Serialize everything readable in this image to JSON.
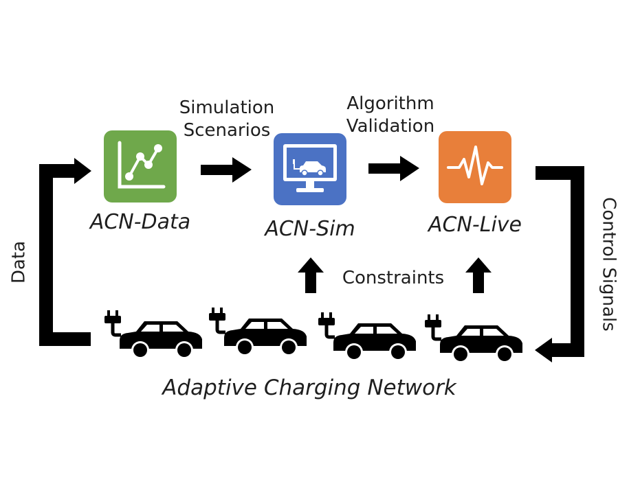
{
  "nodes": {
    "data": {
      "title": "ACN-Data",
      "color": "#6fa84b",
      "icon": "line-chart-icon"
    },
    "sim": {
      "title": "ACN-Sim",
      "color": "#4b72c4",
      "icon": "monitor-car-icon"
    },
    "live": {
      "title": "ACN-Live",
      "color": "#e87f3a",
      "icon": "heartbeat-icon"
    }
  },
  "edges": {
    "data_to_sim": {
      "label_line1": "Simulation",
      "label_line2": "Scenarios"
    },
    "sim_to_live": {
      "label_line1": "Algorithm",
      "label_line2": "Validation"
    },
    "network_up": {
      "label": "Constraints"
    },
    "network_to_data": {
      "label": "Data"
    },
    "live_to_network": {
      "label": "Control Signals"
    }
  },
  "network": {
    "caption": "Adaptive Charging Network",
    "vehicles": [
      "ev-car-1",
      "ev-car-2",
      "ev-car-3",
      "ev-car-4"
    ],
    "vehicle_icon": "plug-car-icon"
  },
  "colors": {
    "arrow": "#000000",
    "text": "#1e1e1e"
  }
}
